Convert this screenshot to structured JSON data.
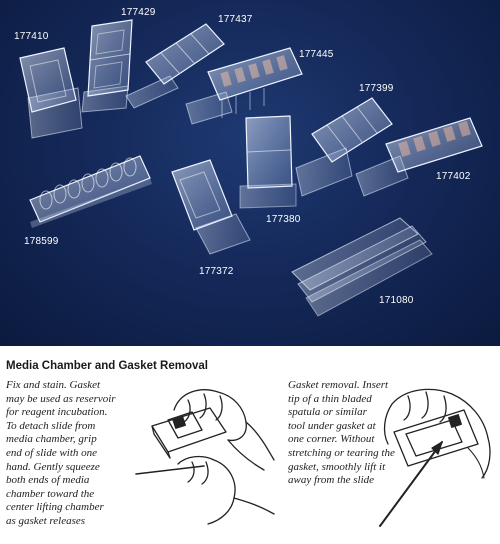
{
  "product_photo": {
    "catalog_numbers": {
      "n177410": "177410",
      "n177429": "177429",
      "n177437": "177437",
      "n177445": "177445",
      "n177399": "177399",
      "n177402": "177402",
      "n178599": "178599",
      "n177380": "177380",
      "n177372": "177372",
      "n171080": "171080"
    }
  },
  "section": {
    "title": "Media Chamber and Gasket Removal"
  },
  "instructions": {
    "left_text": "Fix and stain. Gasket\nmay be used as reservoir\nfor reagent incubation.\nTo detach slide from\nmedia chamber, grip\nend of slide with one\nhand. Gently squeeze\nboth ends of media\nchamber toward the\ncenter lifting chamber\nas gasket releases",
    "right_text": "Gasket removal. Insert\ntip of a thin bladed\nspatula or similar\ntool under gasket at\none corner. Without\nstretching or tearing the\ngasket, smoothly lift it\naway from the slide"
  },
  "colors": {
    "photo_background": "#15295a",
    "label_text": "#ffffff",
    "body_text": "#222222"
  }
}
